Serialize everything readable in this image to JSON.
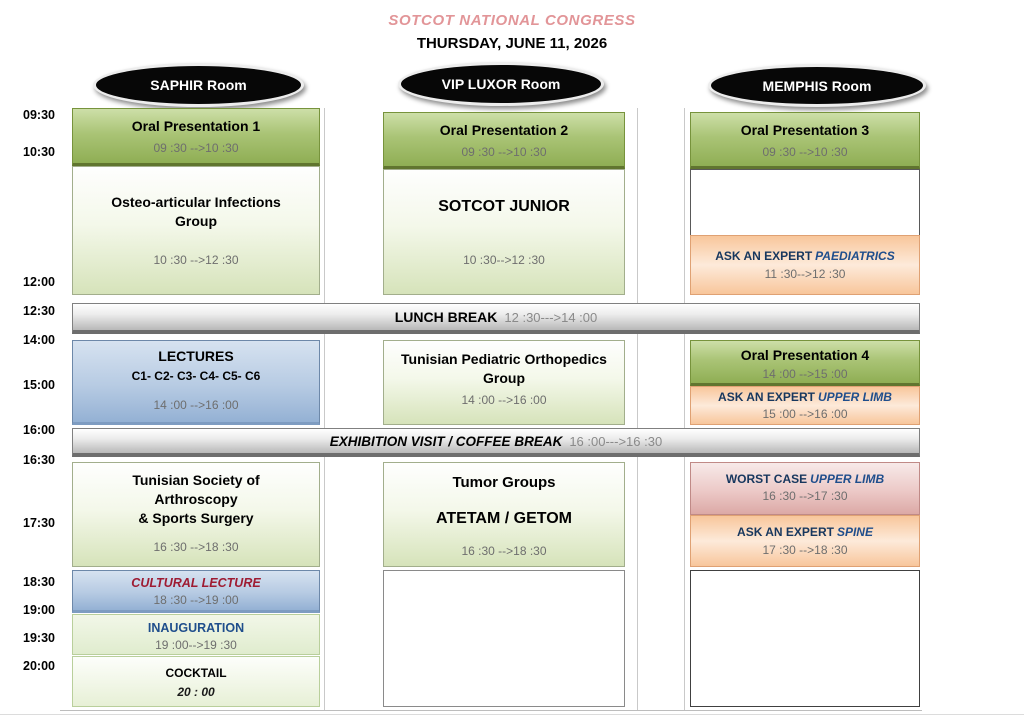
{
  "header": {
    "title": "SOTCOT NATIONAL CONGRESS",
    "date": "THURSDAY, JUNE 11, 2026"
  },
  "rooms": {
    "saphir": "SAPHIR Room",
    "vip": "VIP LUXOR Room",
    "memphis": "MEMPHIS Room"
  },
  "timeline": [
    "09:30",
    "10:30",
    "12:00",
    "12:30",
    "14:00",
    "15:00",
    "16:00",
    "16:30",
    "17:30",
    "18:30",
    "19:00",
    "19:30",
    "20:00"
  ],
  "breaks": {
    "lunch": {
      "label": "LUNCH BREAK",
      "time": "12 :30--->14 :00"
    },
    "coffee": {
      "label": "EXHIBITION VISIT / COFFEE BREAK",
      "time": "16 :00--->16 :30"
    }
  },
  "saphir": {
    "oral1": {
      "title": "Oral Presentation 1",
      "time": "09 :30 -->10 :30"
    },
    "osteo": {
      "line1": "Osteo-articular Infections",
      "line2": "Group",
      "time": "10 :30 -->12 :30"
    },
    "lectures": {
      "title": "LECTURES",
      "subtitle": "C1- C2- C3- C4- C5- C6",
      "time": "14 :00 -->16 :00"
    },
    "arthroscopy": {
      "line1": "Tunisian Society of",
      "line2": "Arthroscopy",
      "line3": "& Sports Surgery",
      "time": "16 :30 -->18 :30"
    },
    "cultural": {
      "title": "CULTURAL LECTURE",
      "time": "18 :30 -->19 :00"
    },
    "inauguration": {
      "title": "INAUGURATION",
      "time": "19 :00-->19 :30"
    },
    "cocktail": {
      "title": "COCKTAIL",
      "time": "20 : 00"
    }
  },
  "vip": {
    "oral2": {
      "title": "Oral Presentation 2",
      "time": "09 :30 -->10 :30"
    },
    "junior": {
      "title": "SOTCOT JUNIOR",
      "time": "10 :30-->12 :30"
    },
    "pediatric": {
      "line1": "Tunisian Pediatric Orthopedics",
      "line2": "Group",
      "time": "14 :00 -->16 :00"
    },
    "tumor": {
      "line1": "Tumor Groups",
      "line2": "ATETAM / GETOM",
      "time": "16 :30 -->18 :30"
    }
  },
  "memphis": {
    "oral3": {
      "title": "Oral Presentation 3",
      "time": "09 :30 -->10 :30"
    },
    "paediatrics": {
      "prefix": "ASK AN EXPERT",
      "specialty": "PAEDIATRICS",
      "time": "11 :30-->12 :30"
    },
    "oral4": {
      "title": "Oral Presentation 4",
      "time": "14 :00 -->15 :00"
    },
    "upperlimb": {
      "prefix": "ASK AN EXPERT",
      "specialty": "UPPER LIMB",
      "time": "15 :00 -->16 :00"
    },
    "worstcase": {
      "prefix": "WORST CASE",
      "specialty": "UPPER LIMB",
      "time": "16 :30 -->17 :30"
    },
    "spine": {
      "prefix": "ASK AN EXPERT",
      "specialty": "SPINE",
      "time": "17 :30 -->18 :30"
    }
  },
  "colors": {
    "title_pink": "#e29598",
    "green_header_top": "#cddfa8",
    "green_header_bottom": "#8fae54",
    "green_border": "#77933c",
    "pale_green_bottom": "#d6e3ba",
    "blue_top": "#d6e2f0",
    "blue_bottom": "#94b1d4",
    "orange_edge": "#f8c69b",
    "orange_center": "#fdeada",
    "pink_top": "#f7eae9",
    "pink_bottom": "#dca9a6",
    "silver": "#b8b8b8",
    "navy": "#17375e",
    "spec_blue": "#1f4e8c",
    "crimson": "#9e1b32",
    "time_gray": "#6e6e6e"
  }
}
